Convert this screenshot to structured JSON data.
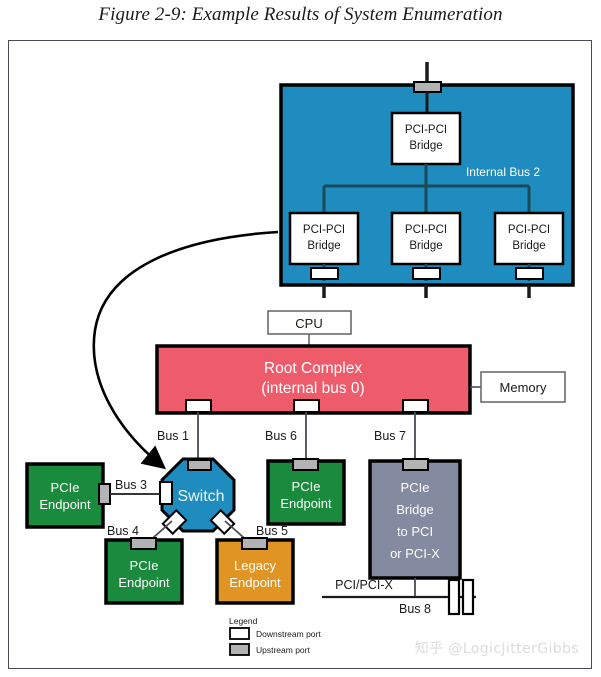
{
  "figure": {
    "title": "Figure 2-9: Example Results of System Enumeration",
    "watermark": "知乎 @LogicJitterGibbs"
  },
  "colors": {
    "blue_container": "#1f8cc0",
    "root_complex": "#ee5c6c",
    "endpoint_green": "#1a8a3c",
    "legacy_orange": "#e09423",
    "bridge_gray": "#848aa0",
    "switch_blue": "#1f8cc0",
    "upstream_port": "#b3b3b3",
    "downstream_port": "#ffffff",
    "line": "#1a1a1a",
    "border": "#4a4a52"
  },
  "nodes": {
    "bridge_top": {
      "line1": "PCI-PCI",
      "line2": "Bridge"
    },
    "bridge_left": {
      "line1": "PCI-PCI",
      "line2": "Bridge"
    },
    "bridge_mid": {
      "line1": "PCI-PCI",
      "line2": "Bridge"
    },
    "bridge_right": {
      "line1": "PCI-PCI",
      "line2": "Bridge"
    },
    "internal_bus_label": "Internal Bus 2",
    "cpu": "CPU",
    "memory": "Memory",
    "root_complex": {
      "line1": "Root Complex",
      "line2": "(internal bus 0)"
    },
    "switch": "Switch",
    "endpoint_left": {
      "line1": "PCIe",
      "line2": "Endpoint"
    },
    "endpoint_bus4": {
      "line1": "PCIe",
      "line2": "Endpoint"
    },
    "endpoint_bus6": {
      "line1": "PCIe",
      "line2": "Endpoint"
    },
    "legacy_endpoint": {
      "line1": "Legacy",
      "line2": "Endpoint"
    },
    "pcie_bridge": {
      "line1": "PCIe",
      "line2": "Bridge",
      "line3": "to PCI",
      "line4": "or PCI-X"
    }
  },
  "bus_labels": {
    "bus1": "Bus 1",
    "bus3": "Bus 3",
    "bus4": "Bus 4",
    "bus5": "Bus 5",
    "bus6": "Bus 6",
    "bus7": "Bus 7",
    "bus8": "Bus 8",
    "pci_pcix": "PCI/PCI-X"
  },
  "legend": {
    "title": "Legend",
    "items": [
      {
        "label": "Downstream port",
        "swatch": "downstream"
      },
      {
        "label": "Upstream port",
        "swatch": "upstream"
      }
    ]
  }
}
